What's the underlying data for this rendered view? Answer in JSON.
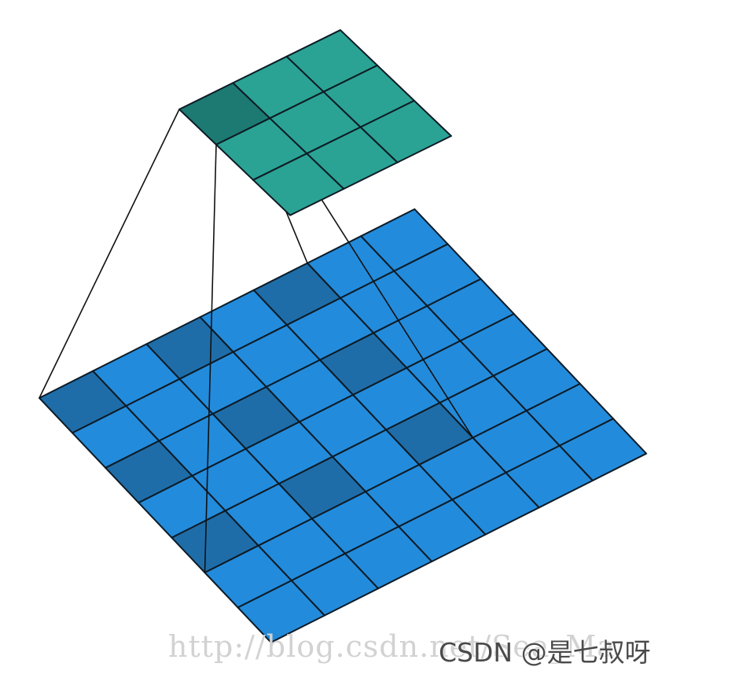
{
  "diagram": {
    "input_grid": {
      "rows": 7,
      "cols": 7,
      "fill": "#238bdb",
      "highlight_fill": "#1f6da8",
      "stroke": "#0d1b26",
      "highlighted_cells": [
        [
          0,
          0
        ],
        [
          0,
          2
        ],
        [
          0,
          4
        ],
        [
          2,
          0
        ],
        [
          2,
          2
        ],
        [
          2,
          4
        ],
        [
          4,
          0
        ],
        [
          4,
          2
        ],
        [
          4,
          4
        ]
      ]
    },
    "output_grid": {
      "rows": 3,
      "cols": 3,
      "fill": "#2aa394",
      "highlight_fill": "#1c7a72",
      "stroke": "#0d1b26",
      "highlighted_cells": [
        [
          0,
          0
        ]
      ]
    },
    "connector_color": "#111111"
  },
  "watermark": {
    "url_text": "http://blog.csdn.net/Sea_Ma",
    "brand_text": "CSDN @是七叔呀"
  }
}
